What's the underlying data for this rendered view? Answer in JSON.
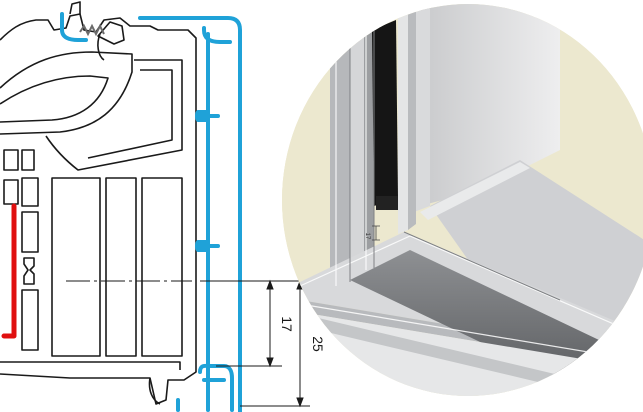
{
  "dimensions": {
    "dim_17": "17",
    "dim_25": "25"
  },
  "detail_view": {
    "tiny_label": "17"
  },
  "colors": {
    "profile_outline": "#1a1a1a",
    "cladding": "#1fa2d8",
    "gasket": "#e01010",
    "circle_bg": "#ece8cf",
    "frame_light": "#d8d9db",
    "frame_mid": "#a9abae",
    "frame_dark": "#6b6d70",
    "seal_black": "#151515"
  }
}
